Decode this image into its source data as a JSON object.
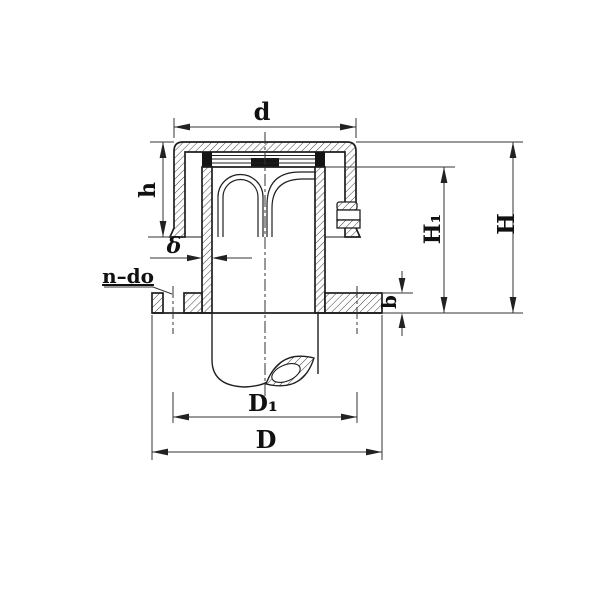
{
  "labels": {
    "d": "d",
    "h": "h",
    "delta": "δ",
    "n_do": "n–do",
    "D1": "D₁",
    "D": "D",
    "b": "b",
    "H1": "H₁",
    "H": "H"
  },
  "colors": {
    "ink": "#1f1f1f",
    "dim_line": "#333333",
    "paper": "#ffffff",
    "gauze_block": "#151515"
  }
}
